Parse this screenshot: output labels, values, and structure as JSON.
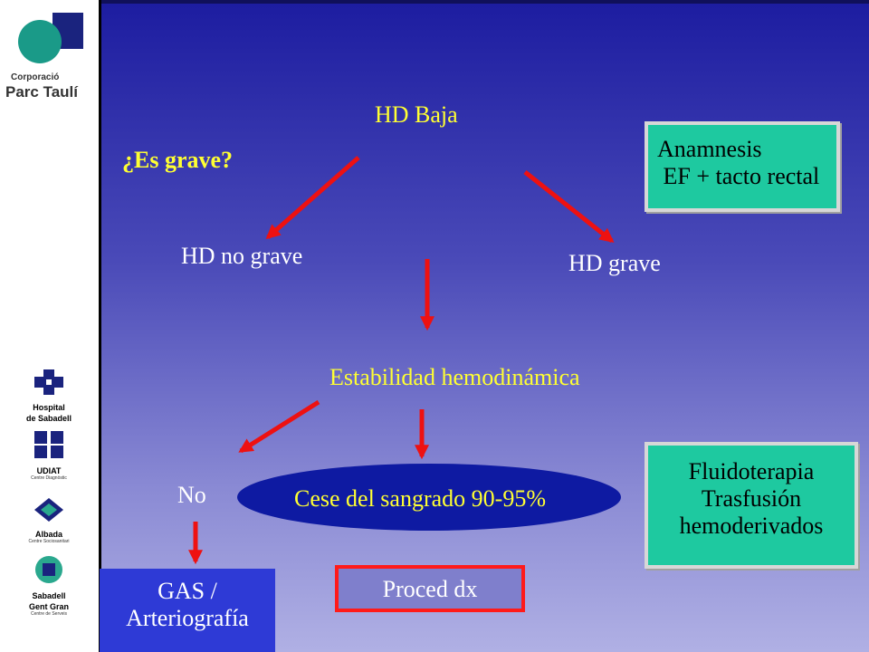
{
  "sidebar": {
    "main_logo": {
      "line1": "Corporació",
      "line2": "Parc Taulí"
    },
    "logos": [
      {
        "name": "Hospital de Sabadell",
        "lines": [
          "Hospital",
          "de Sabadell"
        ],
        "sub": ""
      },
      {
        "name": "UDIAT",
        "lines": [
          "UDIAT"
        ],
        "sub": "Centre Diagnòstic"
      },
      {
        "name": "Albada",
        "lines": [
          "Albada"
        ],
        "sub": "Centre Sociosanitari"
      },
      {
        "name": "Sabadell Gent Gran",
        "lines": [
          "Sabadell",
          "Gent Gran"
        ],
        "sub": "Centre de Serveis"
      }
    ]
  },
  "diagram": {
    "question": "¿Es grave?",
    "root": "HD Baja",
    "left_branch": "HD  no grave",
    "right_branch": "HD grave",
    "stability": "Estabilidad hemodinámica",
    "no_label": "No",
    "cese": "Cese del sangrado  90-95%",
    "gas": {
      "line1": "GAS /",
      "line2": "Arteriografía"
    },
    "proced": "Proced dx",
    "anamnesis": {
      "line1": "Anamnesis",
      "line2": " EF + tacto rectal"
    },
    "fluido": {
      "line1": "Fluidoterapia",
      "line2": "Trasfusión",
      "line3": "hemoderivados"
    }
  },
  "colors": {
    "arrow": "#ee1111",
    "highlight_text": "#ffff33",
    "green_box": "#1ec9a0",
    "ellipse": "#0e1aa2",
    "gas_box": "#2e3ad6",
    "proced_border": "#ff1a1a"
  }
}
